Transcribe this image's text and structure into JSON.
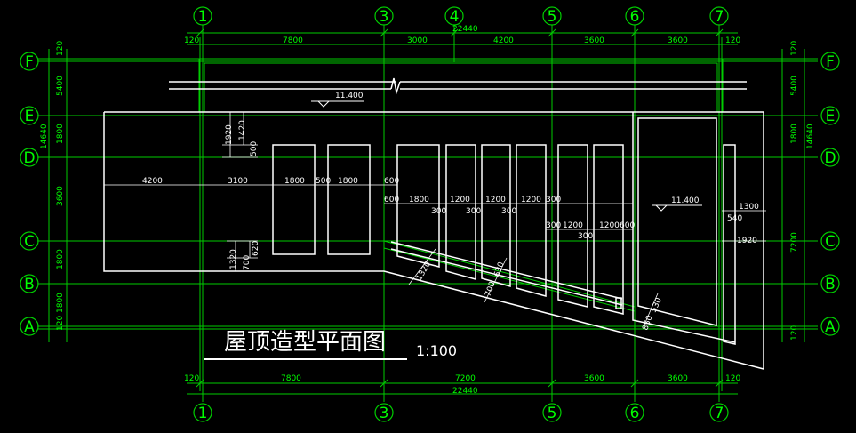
{
  "drawing": {
    "title": "屋顶造型平面图",
    "scale": "1:100"
  },
  "axes": {
    "vertical": [
      "1",
      "3",
      "4",
      "5",
      "6",
      "7"
    ],
    "horizontal": [
      "F",
      "E",
      "D",
      "C",
      "B",
      "A"
    ]
  },
  "dimensions": {
    "top_total": "22440",
    "top_row": [
      "120",
      "7800",
      "3000",
      "4200",
      "3600",
      "3600",
      "120"
    ],
    "bottom_total": "22440",
    "bottom_row": [
      "120",
      "7800",
      "7200",
      "3600",
      "3600",
      "120"
    ],
    "left_col": [
      "120",
      "5400",
      "1800",
      "3600",
      "1800",
      "1800",
      "120"
    ],
    "left_total": "14640",
    "right_col": [
      "120",
      "5400",
      "1800",
      "7200",
      "120"
    ],
    "right_total": "14640"
  },
  "annotations": {
    "elev_left": "11.400",
    "elev_right": "11.400",
    "a1920": "1920",
    "a1420": "1420",
    "a500": "500",
    "a4200": "4200",
    "a3100": "3100",
    "a1800a": "1800",
    "a500b": "500",
    "a1800b": "1800",
    "a600": "600",
    "a600b": "600",
    "a1800c": "1800",
    "a300a": "300",
    "a1200a": "1200",
    "a300b": "300",
    "a1200b": "1200",
    "a300c": "300",
    "a1200c": "1200",
    "a300d": "300",
    "a300e": "300",
    "a1200d": "1200",
    "a300f": "300",
    "a1200e": "1200",
    "a600c": "600",
    "a1300": "1300",
    "a540": "540",
    "a1920b": "1920",
    "a1320": "1320",
    "a700": "700",
    "a620": "620",
    "a1320b": "1320",
    "a700b": "700",
    "a630": "630",
    "a850": "850",
    "a530": "530"
  }
}
